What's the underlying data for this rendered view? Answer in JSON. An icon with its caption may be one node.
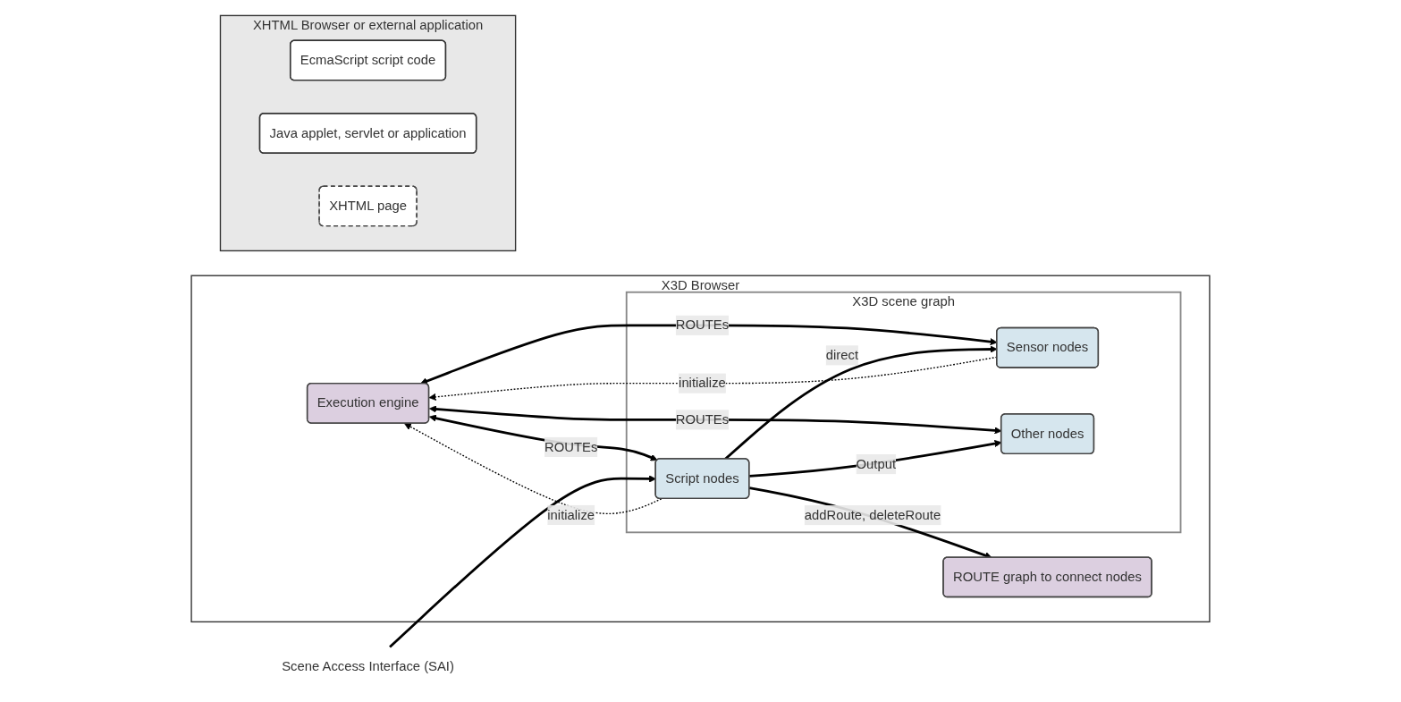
{
  "diagram": {
    "nodes": [
      {
        "text": [
          "X3D Browser"
        ]
      },
      {
        "text": [
          "ROUTE graph to connect nodes"
        ],
        "in": 0
      },
      {
        "text": [
          "Execution engine"
        ],
        "in": 0
      },
      {
        "text": [
          "X3D scene graph"
        ],
        "in": 0
      },
      {
        "text": [
          "Script nodes"
        ],
        "in": 3
      },
      {
        "text": [
          "Sensor nodes"
        ],
        "in": 3
      },
      {
        "text": [
          "Other nodes"
        ],
        "in": 3
      },
      {
        "text": [
          "XHTML Browser or external application"
        ]
      },
      {
        "text": [
          "EcmaScript script code"
        ],
        "in": 7
      },
      {
        "text": [
          "Java applet, servlet or application"
        ],
        "in": 7
      },
      {
        "text": [
          "XHTML page"
        ],
        "in": 7
      },
      {
        "text": [
          "Scene Access Interface (SAI)"
        ]
      }
    ],
    "edges": [
      {
        "from": 4,
        "to": 1,
        "arrow": "to",
        "label": "addRoute, deleteRoute"
      },
      {
        "from": 4,
        "to": 2,
        "arrow": "to",
        "label": "initialize",
        "style": "dashed"
      },
      {
        "from": 2,
        "to": 4,
        "arrow": "both",
        "label": "ROUTEs"
      },
      {
        "from": 5,
        "to": 2,
        "arrow": "to",
        "label": "initialize",
        "style": "dashed"
      },
      {
        "from": 2,
        "to": 5,
        "arrow": "both",
        "label": "ROUTEs"
      },
      {
        "from": 2,
        "to": 6,
        "arrow": "both",
        "label": "ROUTEs"
      },
      {
        "from": 4,
        "to": 5,
        "arrow": "to",
        "label": "direct"
      },
      {
        "from": 4,
        "to": 6,
        "arrow": "to",
        "label": "Output"
      },
      {
        "from": 11,
        "to": 4,
        "arrow": "to"
      }
    ]
  }
}
